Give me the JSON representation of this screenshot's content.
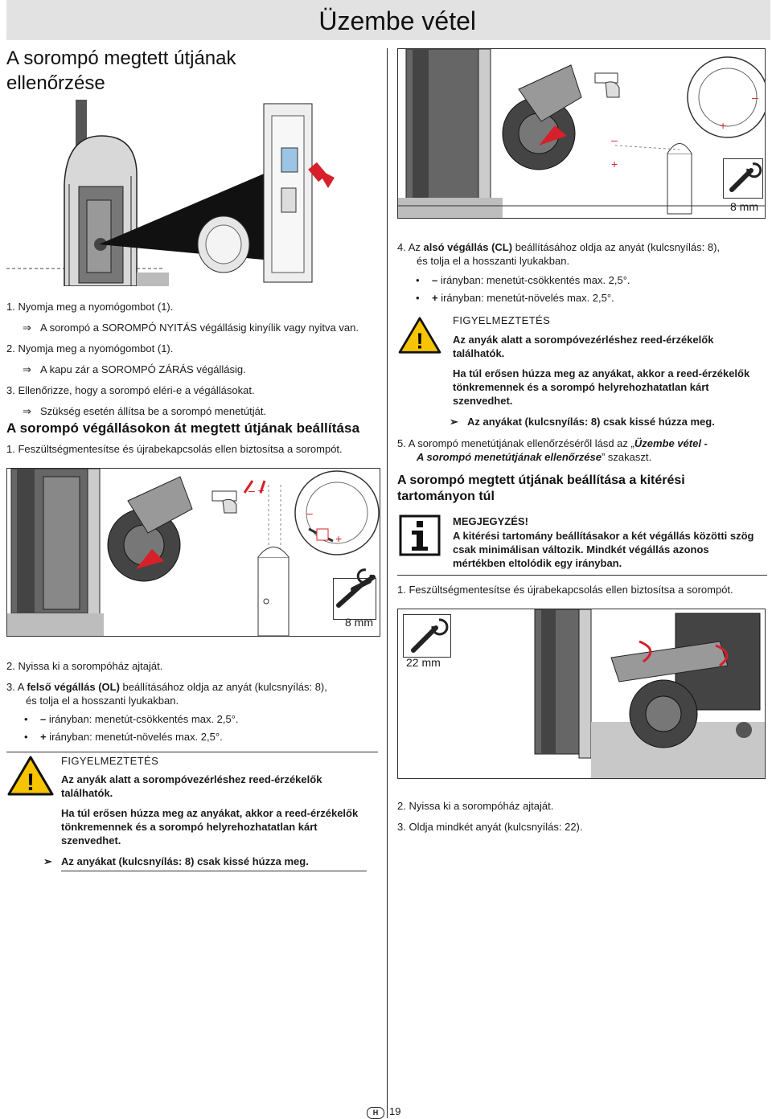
{
  "header": {
    "title": "Üzembe vétel"
  },
  "left": {
    "section_title_line1": "A sorompó megtett útjának",
    "section_title_line2": "ellenőrzése",
    "steps_check": [
      {
        "kind": "num",
        "text": "1. Nyomja meg a nyomógombot (1)."
      },
      {
        "kind": "arrow",
        "text": "A sorompó a SOROMPÓ NYITÁS végállásig kinyílik vagy nyitva van."
      },
      {
        "kind": "num",
        "text": "2. Nyomja meg a nyomógombot (1)."
      },
      {
        "kind": "arrow",
        "text": "A kapu zár a SOROMPÓ ZÁRÁS végállásig."
      },
      {
        "kind": "num",
        "text": "3. Ellenőrizze, hogy a sorompó eléri-e a végállásokat."
      },
      {
        "kind": "arrow",
        "text": "Szükség esetén állítsa be a sorompó menetútját."
      }
    ],
    "subsection_title": "A sorompó végállásokon át megtett útjának beállítása",
    "sub_step1": "1. Feszültségmentesítse és újrabekapcsolás ellen biztosítsa a sorompót.",
    "figure2_label": "8 mm",
    "step2": "2. Nyissa ki a sorompóház ajtaját.",
    "step3_prefix": "3. A ",
    "step3_bold": "felső végállás (OL)",
    "step3_suffix": " beállításához oldja az anyát (kulcsnyílás: 8),",
    "step3_line2": "és tolja el a hosszanti lyukakban.",
    "bullet_minus_sign": "–",
    "bullet_minus_text": " irányban: menetút-csökkentés max. 2,5°.",
    "bullet_plus_sign": "+",
    "bullet_plus_text": " irányban: menetút-növelés max. 2,5°.",
    "warning_title": "FIGYELMEZTETÉS",
    "warning_p1": "Az anyák alatt a sorompóvezérléshez reed-érzékelők találhatók.",
    "warning_p2": "Ha túl erősen húzza meg az anyákat, akkor a reed-érzékelők tönkremennek és a sorompó helyrehozhatatlan kárt szenvedhet.",
    "warning_action": "Az anyákat (kulcsnyílás: 8) csak kissé húzza meg."
  },
  "right": {
    "figure1_label": "8 mm",
    "step4_prefix": "4. Az ",
    "step4_bold": "alsó végállás (CL)",
    "step4_suffix": " beállításához oldja az anyát (kulcsnyílás: 8),",
    "step4_line2": "és tolja el a hosszanti lyukakban.",
    "bullet_minus_sign": "–",
    "bullet_minus_text": " irányban: menetút-csökkentés max. 2,5°.",
    "bullet_plus_sign": "+",
    "bullet_plus_text": " irányban: menetút-növelés max. 2,5°.",
    "warning_title": "FIGYELMEZTETÉS",
    "warning_p1": "Az anyák alatt a sorompóvezérléshez reed-érzékelők találhatók.",
    "warning_p2": "Ha túl erősen húzza meg az anyákat, akkor a reed-érzékelők tönkremennek és a sorompó helyrehozhatatlan kárt szenvedhet.",
    "warning_action": "Az anyákat (kulcsnyílás: 8) csak kissé húzza meg.",
    "step5_line1": "5. A sorompó menetútjának ellenőrzéséről lásd az „",
    "step5_bold1": "Üzembe vétel -",
    "step5_bold2": "A sorompó menetútjának ellenőrzése",
    "step5_end": "” szakaszt.",
    "section2_line1": "A sorompó megtett útjának beállítása a kitérési",
    "section2_line2": "tartományon túl",
    "note_title": "MEGJEGYZÉS!",
    "note_text": "A kitérési tartomány beállításakor a két végállás közötti szög csak minimálisan változik. Mindkét végállás azonos mértékben eltolódik egy irányban.",
    "step1b": "1. Feszültségmentesítse és újrabekapcsolás ellen biztosítsa a sorompót.",
    "figure3_label": "22 mm",
    "step2b": "2. Nyissa ki a sorompóház ajtaját.",
    "step3b": "3. Oldja mindkét anyát (kulcsnyílás: 22)."
  },
  "footer": {
    "badge": "H",
    "page_number": "19"
  },
  "colors": {
    "accent_red": "#d6202a",
    "header_gray": "#e2e2e2",
    "dark": "#333333"
  }
}
